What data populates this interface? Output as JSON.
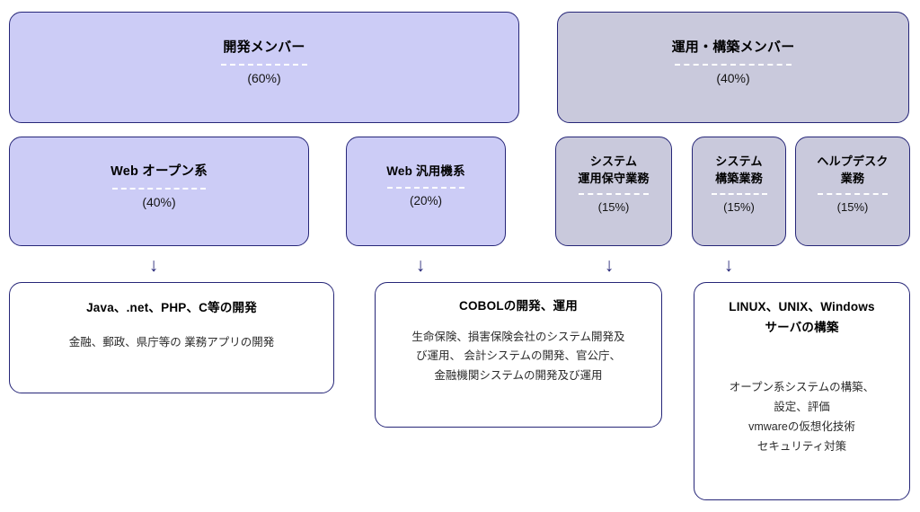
{
  "diagram": {
    "title": "IT business structure chart",
    "colors": {
      "fill_purple": "#ccccf6",
      "fill_gray": "#c9c9dc",
      "fill_white": "#ffffff",
      "border": "#262678",
      "divider": "#ffffff",
      "arrow": "#262678"
    },
    "groups": [
      {
        "id": "dev",
        "title": "開発メンバー",
        "percent": "(60%)",
        "fill": "purple"
      },
      {
        "id": "ops",
        "title": "運用・構築メンバー",
        "percent": "(40%)",
        "fill": "gray"
      }
    ],
    "streams": [
      {
        "id": "web-open",
        "title": "Web オープン系",
        "percent": "(40%)",
        "fill": "purple"
      },
      {
        "id": "web-general",
        "title": "Web 汎用機系",
        "percent": "(20%)",
        "fill": "purple"
      },
      {
        "id": "system-operation",
        "title_line1": "システム",
        "title_line2": "運用保守業務",
        "percent": "(15%)",
        "fill": "gray"
      },
      {
        "id": "system-build",
        "title_line1": "システム",
        "title_line2": "構築業務",
        "percent": "(15%)",
        "fill": "gray"
      },
      {
        "id": "help-desk",
        "title_line1": "ヘルプデスク",
        "title_line2": "業務",
        "percent": "(15%)",
        "fill": "gray"
      }
    ],
    "details": [
      {
        "id": "java",
        "title": "Java、.net、PHP、C等の開発",
        "body": "金融、郵政、県庁等の 業務アプリの開発"
      },
      {
        "id": "cobol",
        "title": "COBOLの開発、運用",
        "body_line1": "生命保険、損害保険会社のシステム開発及",
        "body_line2": "び運用、 会計システムの開発、官公庁、",
        "body_line3": "金融機関システムの開発及び運用"
      },
      {
        "id": "server",
        "title_line1": "LINUX、UNIX、Windows",
        "title_line2": "サーバの構築",
        "body_line1": "オープン系システムの構築、",
        "body_line2": "設定、評価",
        "body_line3": "vmwareの仮想化技術",
        "body_line4": "セキュリティ対策"
      }
    ],
    "arrows": {
      "glyph": "↓",
      "label": "down-arrow"
    }
  }
}
